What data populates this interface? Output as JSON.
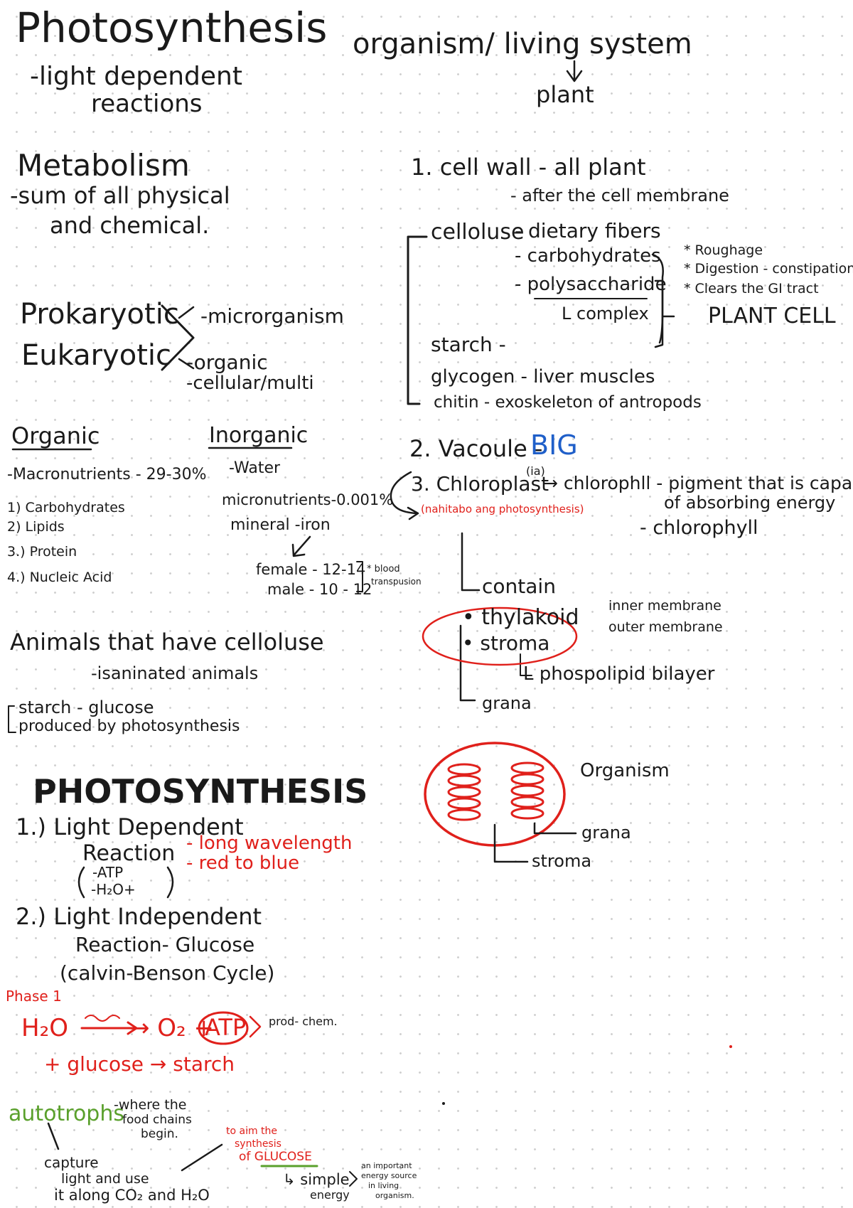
{
  "left": {
    "title": "Photosynthesis",
    "subtitle_l1": "-light dependent",
    "subtitle_l2": "reactions",
    "metabolism": "Metabolism",
    "metabolism_def_l1": "-sum of all physical",
    "metabolism_def_l2": "and chemical.",
    "prokaryotic": "Prokaryotic",
    "eukaryotic": "Eukaryotic",
    "microrganism": "-microrganism",
    "organic_dash": "-organic",
    "cellular_multi": "-cellular/multi",
    "organic_head": "Organic",
    "inorganic_head": "Inorganic",
    "macronutrients": "-Macronutrients - 29-30%",
    "organic_items": [
      "1) Carbohydrates",
      "2) Lipids",
      "3.) Protein",
      "4.) Nucleic Acid"
    ],
    "water": "-Water",
    "micronutrients": "micronutrients-0.001%",
    "mineral": "mineral -iron",
    "female": "female - 12-14",
    "male": "male - 10 - 12",
    "blood_l1": "* blood",
    "blood_l2": "transpusion",
    "animals": "Animals that have celloluse",
    "ruminated": "-isaninated animals",
    "starch_glucose": "starch - glucose",
    "produced_by": "produced by photosynthesis"
  },
  "photo": {
    "heading": "PHOTOSYNTHESIS",
    "ld_l1": "1.) Light Dependent",
    "ld_l2": "Reaction",
    "atp": "-ATP",
    "h2o": "-H₂O+",
    "long_wave": "- long wavelength",
    "red_blue": "- red to blue",
    "li_l1": "2.) Light Independent",
    "li_l2": "Reaction- Glucose",
    "calvin": "(calvin-Benson Cycle)",
    "phase": "Phase 1",
    "eq_left": "H₂O",
    "eq_mid": "→ O₂ +",
    "eq_atp": "ATP",
    "eq_prod": "prod- chem.",
    "glucose_starch": "+ glucose → starch",
    "autotrophs": "autotrophs",
    "where_l1": "-where the",
    "where_l2": "food chains",
    "where_l3": "begin.",
    "capture_l1": "capture",
    "capture_l2": "light and use",
    "capture_l3": "it along CO₂ and H₂O",
    "aim_l1": "to aim the",
    "aim_l2": "synthesis",
    "aim_l3": "of GLUCOSE",
    "simple_l1": "↳ simple",
    "simple_l2": "energy",
    "important_l1": "an important",
    "important_l2": "energy source",
    "important_l3": "in living",
    "important_l4": "organism."
  },
  "right": {
    "organism_system": "organism/ living system",
    "plant": "plant",
    "cell_wall": "1. cell wall - all plant",
    "after_cell": "- after the cell membrane",
    "celloluse": "celloluse",
    "dietary": "- dietary fibers",
    "carbohydrates": "- carbohydrates",
    "polysaccharide": "- polysaccharide",
    "complex": "L complex",
    "roughage": "* Roughage",
    "digestion": "* Digestion - constipation",
    "clears": "* Clears the GI tract",
    "plant_cell": "PLANT CELL",
    "starch": "starch -",
    "glycogen": "glycogen - liver muscles",
    "chitin": "chitin - exoskeleton of antropods",
    "vacuole": "2. Vacoule -",
    "big": "BIG",
    "chloroplast": "3. Chloroplast",
    "ia": "(ia)",
    "chlorophyll_arrow": "→ chlorophll - pigment that is capable",
    "absorbing": "of absorbing energy",
    "chlorophyll2": "- chlorophyll",
    "nahitabo": "(nahitabo ang photosynthesis)",
    "contain": "contain",
    "thylakoid": "• thylakoid",
    "stroma_dot": "• stroma",
    "inner": "inner membrane",
    "outer": "outer membrane",
    "phospholipid": "L phospolipid bilayer",
    "grana_list": "grana",
    "organism_label": "Organism",
    "grana_label": "grana",
    "stroma_label": "stroma"
  },
  "colors": {
    "ink": "#1a1a1a",
    "red": "#e0201b",
    "blue": "#1f5fc9",
    "green": "#5aa02c"
  }
}
